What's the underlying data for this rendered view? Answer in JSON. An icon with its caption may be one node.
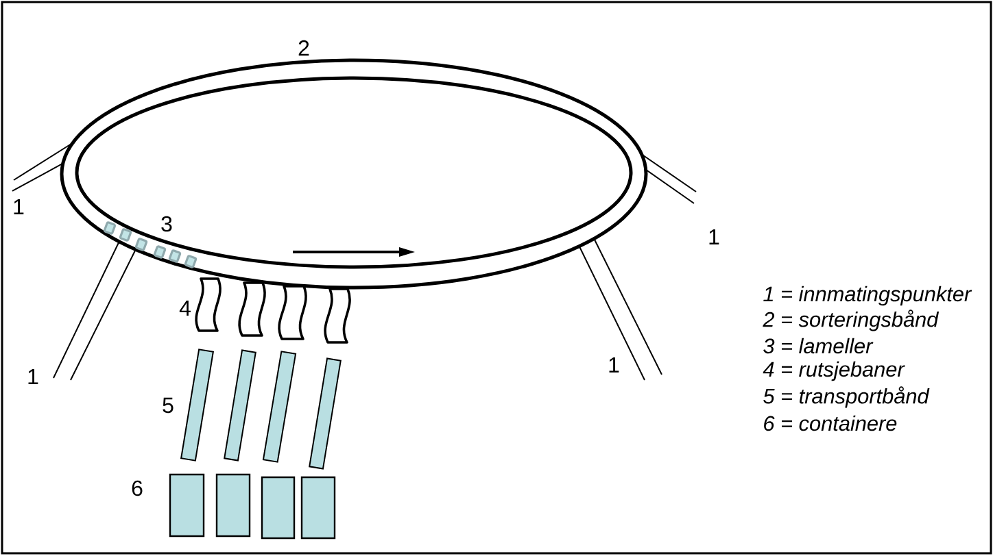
{
  "diagram": {
    "nodes": [
      {
        "text": [],
        "shape": "chute"
      },
      {
        "text": [],
        "shape": "chute"
      },
      {
        "text": [],
        "shape": "chute"
      },
      {
        "text": [],
        "shape": "chute"
      },
      {
        "text": [],
        "shape": "bar"
      },
      {
        "text": [],
        "shape": "bar"
      },
      {
        "text": [],
        "shape": "bar"
      },
      {
        "text": [],
        "shape": "bar"
      },
      {
        "text": [],
        "shape": "box"
      },
      {
        "text": [],
        "shape": "box"
      },
      {
        "text": [],
        "shape": "box"
      },
      {
        "text": [],
        "shape": "box"
      }
    ],
    "labels": [
      "2",
      "1",
      "3",
      "1",
      "4",
      "1",
      "1",
      "5",
      "6",
      "1 = innmatingspunkter",
      "2 = sorteringsbånd",
      "3 = lameller",
      "4 = rutsjebaner",
      "5 = transportbånd",
      "6 = containere"
    ]
  }
}
